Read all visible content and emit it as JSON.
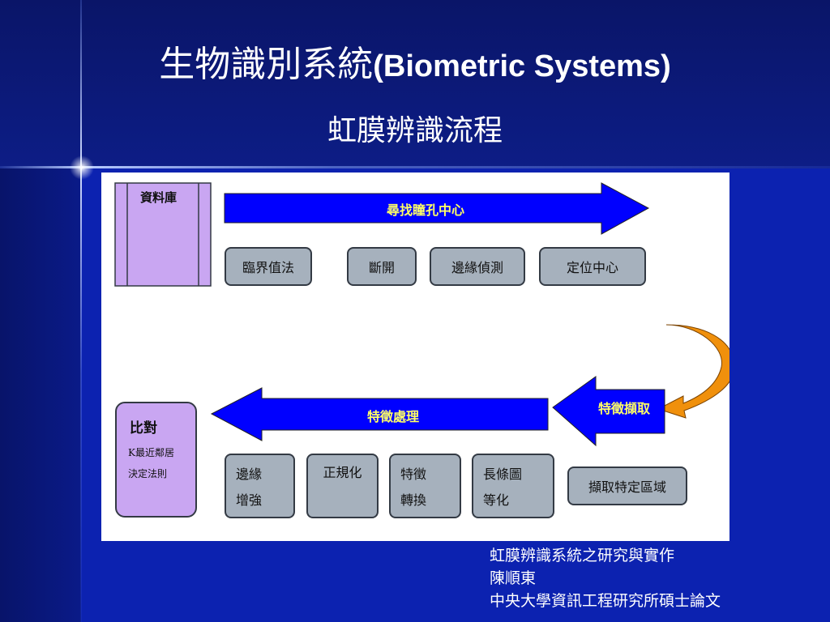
{
  "title": {
    "zh": "生物識別系統",
    "en": "(Biometric Systems)"
  },
  "subtitle": "虹膜辨識流程",
  "diagram": {
    "database_label": "資料庫",
    "top_arrow_label": "尋找瞳孔中心",
    "top_steps": [
      "臨界值法",
      "斷開",
      "邊緣偵測",
      "定位中心"
    ],
    "extract_arrow_label": "特徵擷取",
    "process_arrow_label": "特徵處理",
    "compare": {
      "title": "比對",
      "sub": "K最近鄰居\n決定法則"
    },
    "bottom_steps": [
      "邊緣\n增強",
      "正規化",
      "特徵\n轉換",
      "長條圖\n等化"
    ],
    "extract_region": "擷取特定區域"
  },
  "footer": [
    "虹膜辨識系統之研究與實作",
    "陳順東",
    "中央大學資訊工程研究所碩士論文"
  ],
  "colors": {
    "background": "#0c22b0",
    "arrow_blue": "#0000ff",
    "arrow_label": "#ffff66",
    "gray_box": "#a6b1bd",
    "purple_box": "#c9a6f2",
    "orange_arrow": "#f0900c"
  }
}
